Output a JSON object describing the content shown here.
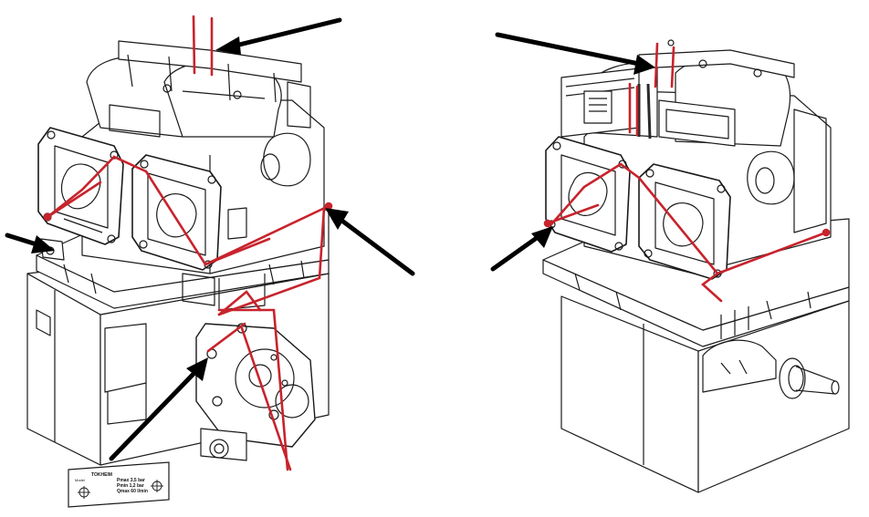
{
  "figure": {
    "left_view": {
      "pointer_arrows": 4,
      "red_seal_lines": true
    },
    "right_view": {
      "pointer_arrows": 2,
      "red_seal_lines": true
    },
    "nameplate": {
      "brand": "TOKHEIM",
      "model": "Model",
      "line1": "Pmax 3,5 bar",
      "line2": "Pmin 1,2 bar",
      "line3": "Qmax 60 l/min"
    }
  },
  "colors": {
    "line": "#1a1a1a",
    "seal": "#c8232c",
    "arrow": "#000000",
    "background": "#ffffff"
  }
}
